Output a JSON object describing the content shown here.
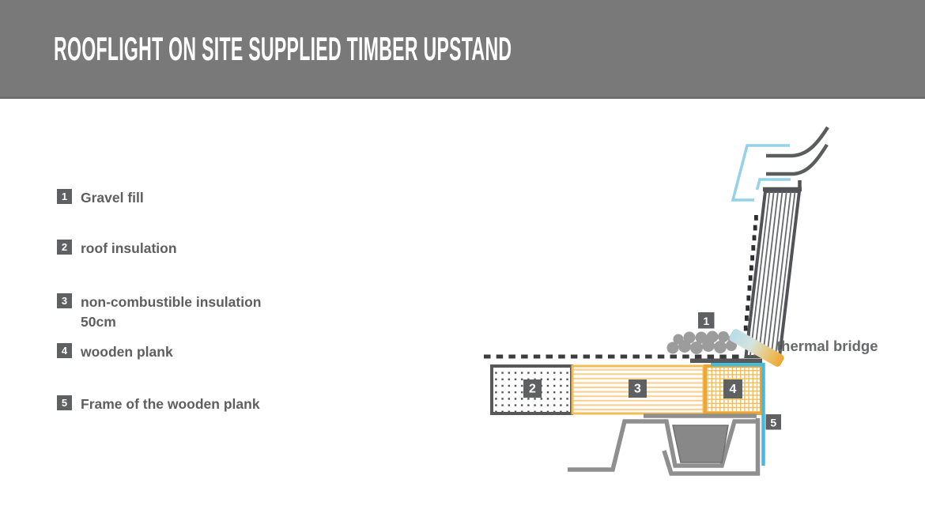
{
  "header": {
    "title": "ROOFLIGHT ON SITE SUPPLIED TIMBER UPSTAND"
  },
  "legend": {
    "items": [
      {
        "num": "1",
        "label": "Gravel fill",
        "label2": ""
      },
      {
        "num": "2",
        "label": "roof insulation",
        "label2": ""
      },
      {
        "num": "3",
        "label": "non-combustible insulation",
        "label2": "50cm"
      },
      {
        "num": "4",
        "label": "wooden plank",
        "label2": ""
      },
      {
        "num": "5",
        "label": "Frame of the wooden plank",
        "label2": ""
      }
    ]
  },
  "diagram": {
    "annotation": "thermal bridge",
    "markers": [
      {
        "num": "1"
      },
      {
        "num": "2"
      },
      {
        "num": "3"
      },
      {
        "num": "4"
      },
      {
        "num": "5"
      }
    ],
    "colors": {
      "header_gray": "#797979",
      "dark_gray": "#58585a",
      "mid_gray": "#8f8f8f",
      "gravel_gray": "#9c9c9c",
      "accent_cyan": "#41bcdf",
      "pale_cyan": "#93d2e8",
      "amber_border": "#f2bd55",
      "amber_lines": "#f8d193",
      "orange_border": "#f2a42e",
      "thermal_gradient_start": "#b7dcea",
      "thermal_gradient_end": "#efa62e"
    }
  }
}
